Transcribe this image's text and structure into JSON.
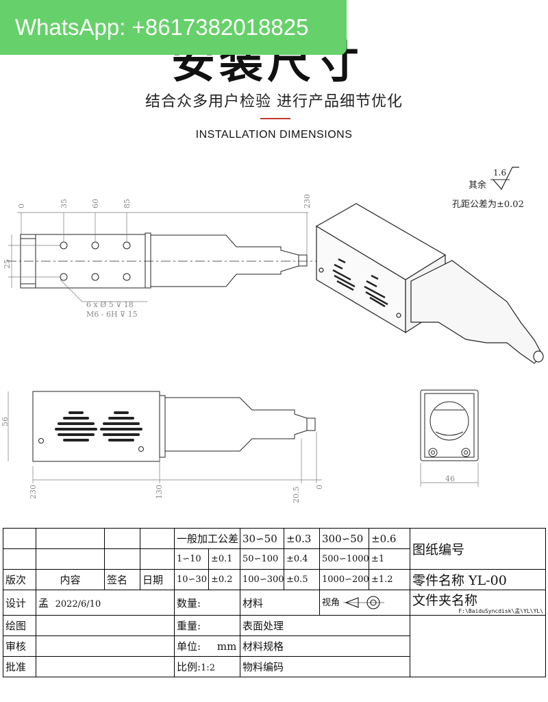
{
  "overlay": {
    "whatsapp": "WhatsApp: +8617382018825"
  },
  "header": {
    "title": "安装尺寸",
    "subtitle": "结合众多用户检验 进行产品细节优化",
    "english": "INSTALLATION DIMENSIONS"
  },
  "drawing": {
    "roughness_value": "1.6",
    "roughness_label": "其余",
    "hole_tolerance": "孔距公差为±0.02",
    "top_dims": [
      "0",
      "35",
      "60",
      "85",
      "230"
    ],
    "left_dim": "25",
    "hole_note_1": "6 x Ø 5 ⊽ 18",
    "hole_note_2": "M6 - 6H ⊽ 15",
    "side_height": "56",
    "bottom_dims": [
      "230",
      "130",
      "20.5",
      "0"
    ],
    "end_width": "46"
  },
  "title_block": {
    "general_tolerance": "一般加工公差",
    "tol": [
      [
        "30∽50",
        "±0.3",
        "300∽50",
        "±0.6"
      ],
      [
        "1∽10",
        "±0.1",
        "50∽100",
        "±0.4",
        "500∽1000",
        "±1"
      ],
      [
        "10∽30",
        "±0.2",
        "100∽300",
        "±0.5",
        "1000∽2000",
        "±1.2"
      ]
    ],
    "drawing_no_label": "图纸编号",
    "part_name": "零件名称 YL-00",
    "folder_label": "文件夹名称",
    "folder_path": "F:\\BaiduSyncdisk\\孟\\YL\\YL\\",
    "rev_label": "版次",
    "content_label": "内容",
    "sign_label": "签名",
    "date_label": "日期",
    "design_label": "设计",
    "designer": "孟",
    "design_date": "2022/6/10",
    "qty_label": "数量:",
    "material_label": "材料",
    "view_label": "视角",
    "draw_label": "绘图",
    "weight_label": "重量:",
    "surface_label": "表面处理",
    "check_label": "审核",
    "unit_label": "单位:",
    "unit_value": "mm",
    "spec_label": "材料规格",
    "approve_label": "批准",
    "scale_label": "比例:",
    "scale_value": "1:2",
    "code_label": "物料编码"
  }
}
